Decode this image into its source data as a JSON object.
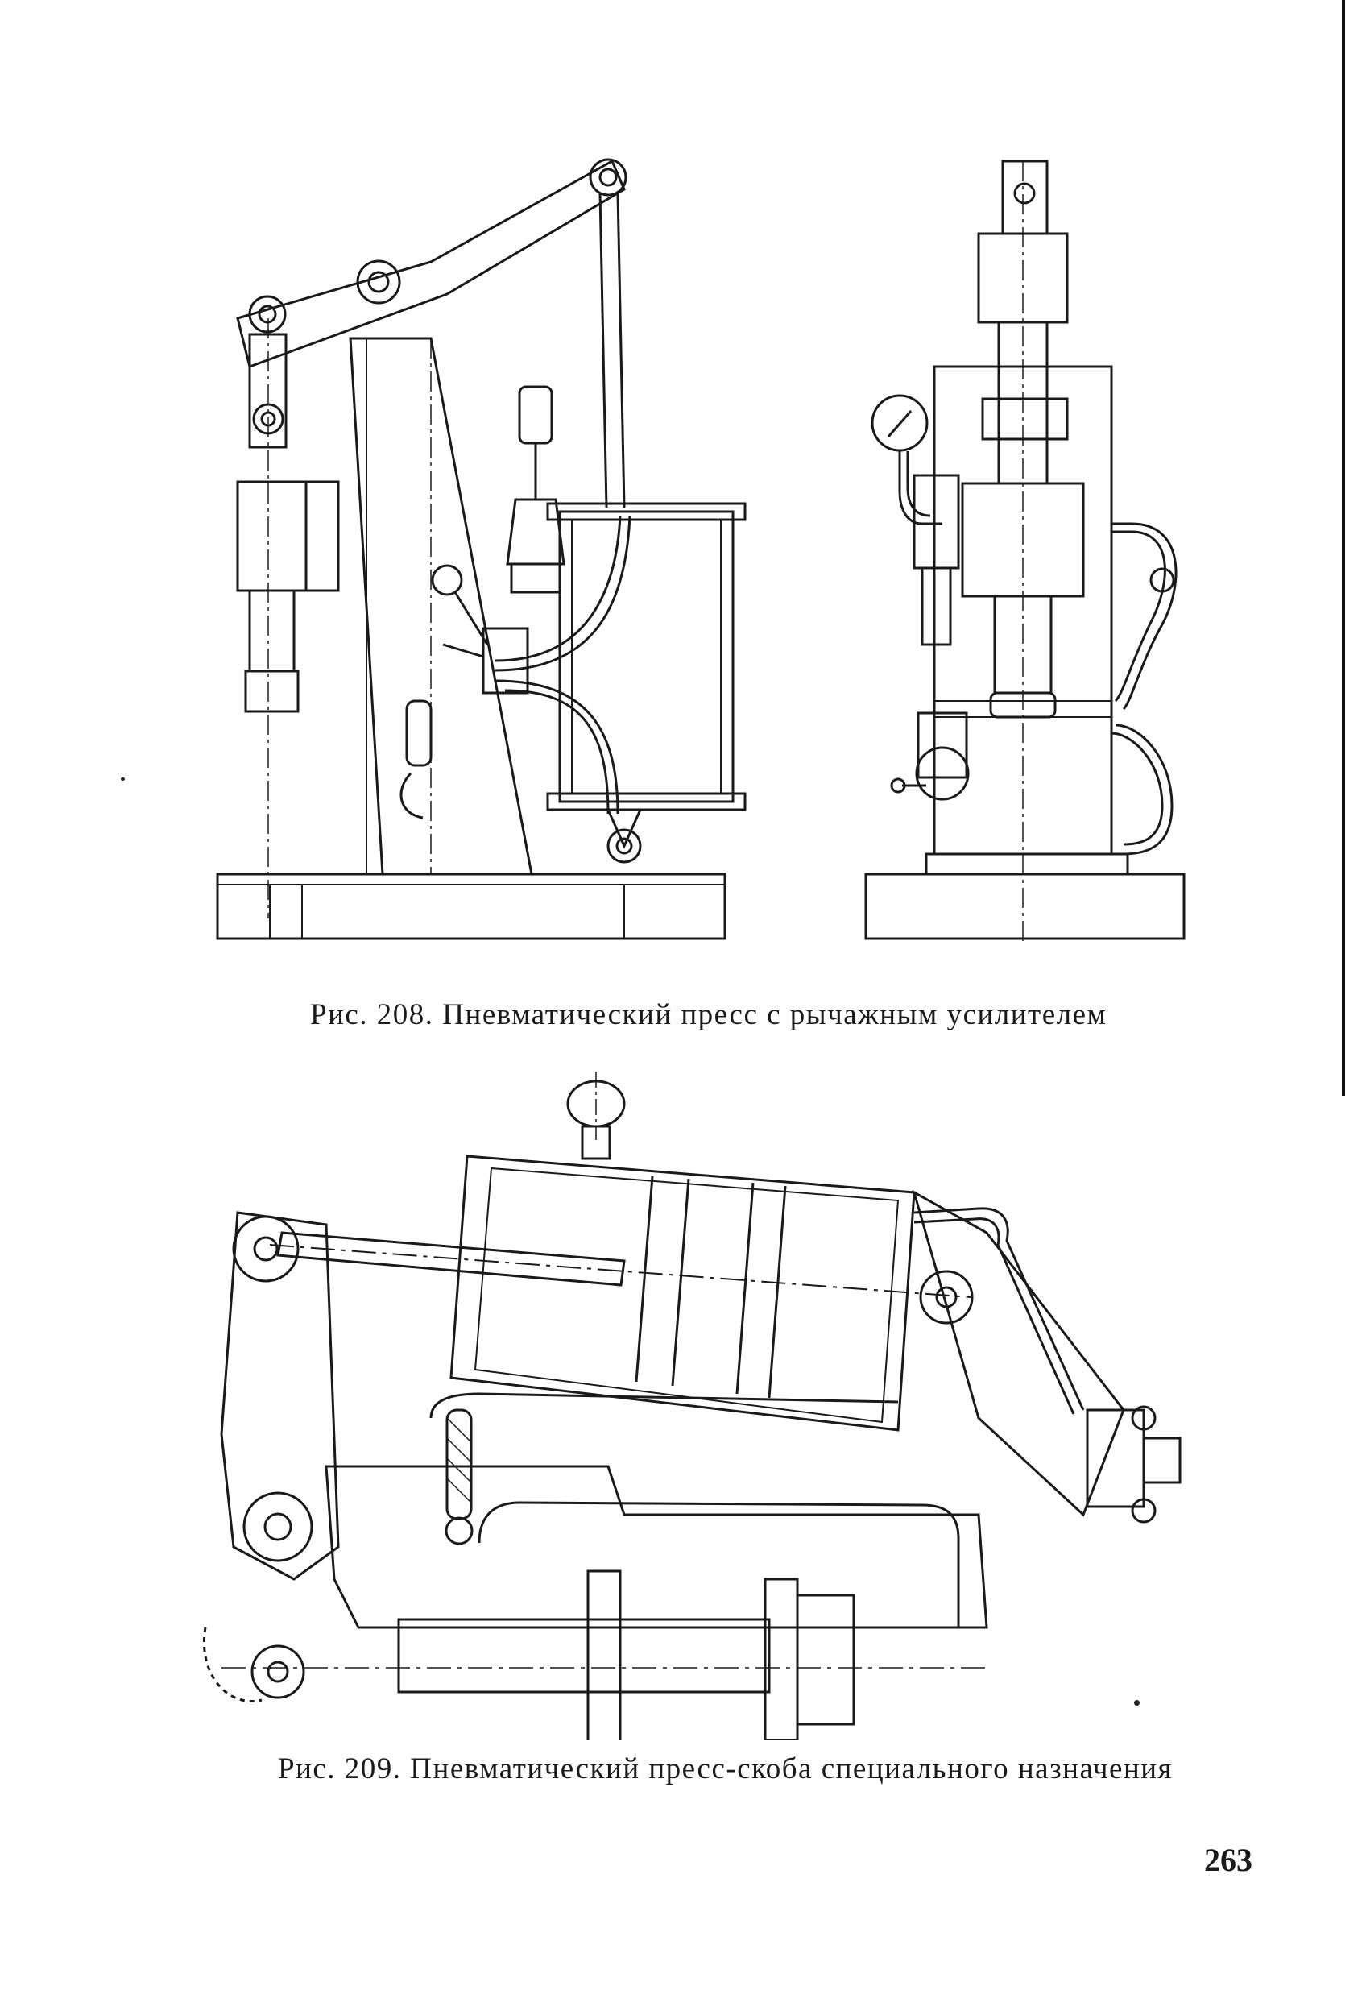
{
  "figures": [
    {
      "id": "fig208",
      "caption": "Рис. 208. Пневматический пресс с рычажным усилителем"
    },
    {
      "id": "fig209",
      "caption": "Рис. 209. Пневматический пресс-скоба специального назначения"
    }
  ],
  "page_number": "263"
}
